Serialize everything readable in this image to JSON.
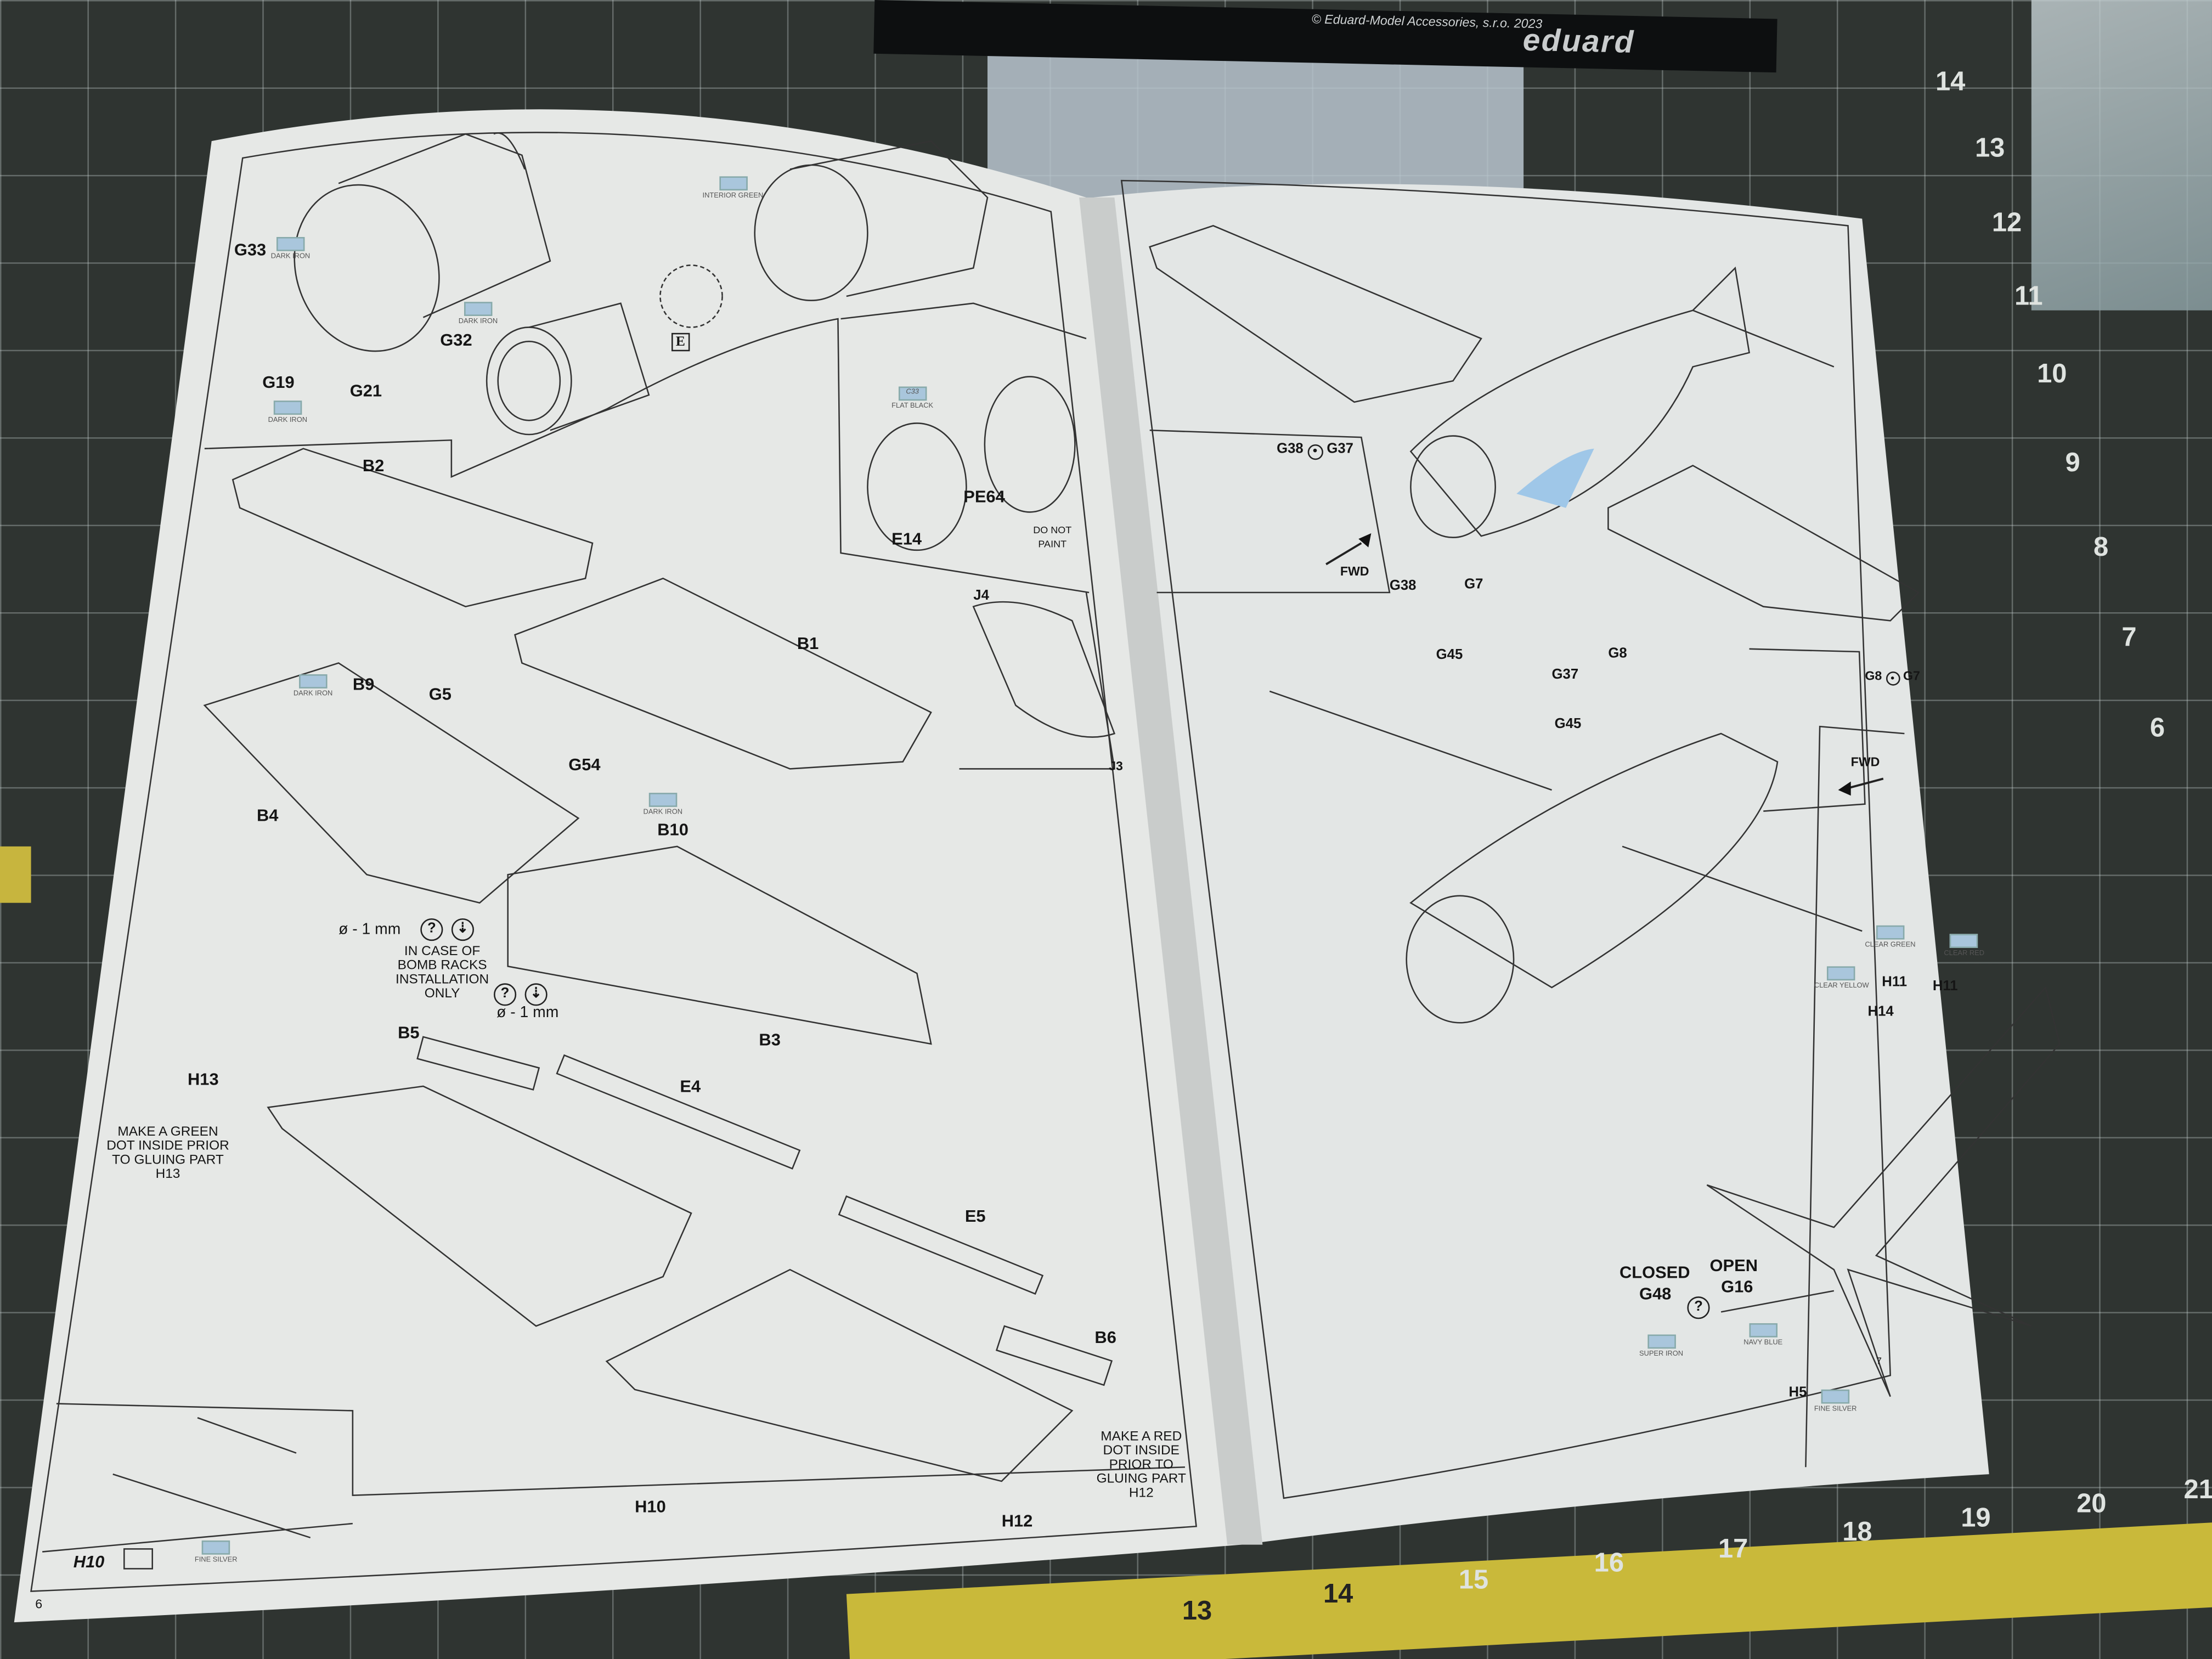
{
  "kit_box": {
    "copyright": "© Eduard-Model Accessories, s.r.o. 2023",
    "brand": "eduard"
  },
  "mat_numbers": {
    "right_edge": [
      "14",
      "13",
      "12",
      "11",
      "10",
      "9",
      "8",
      "7",
      "6"
    ],
    "bottom_edge": [
      "13",
      "14",
      "15",
      "16",
      "17",
      "18",
      "19",
      "20",
      "21"
    ]
  },
  "left_page": {
    "page_number": "6",
    "parts": {
      "g33": "G33",
      "g32": "G32",
      "g19": "G19",
      "g21": "G21",
      "e": "E",
      "b2": "B2",
      "b1": "B1",
      "j4": "J4",
      "j3": "J3",
      "pe64": "PE64",
      "e14": "E14",
      "b9": "B9",
      "g5": "G5",
      "b4": "B4",
      "g54": "G54",
      "b10": "B10",
      "b3": "B3",
      "b5": "B5",
      "e4": "E4",
      "h13": "H13",
      "e5": "E5",
      "b6": "B6",
      "h10": "H10",
      "h12": "H12",
      "h10_detail": "H10"
    },
    "paints": {
      "dark_iron": "DARK IRON",
      "interior_green": "INTERIOR GREEN",
      "flat_black": "FLAT BLACK",
      "flat_black_code": "C33",
      "fine_silver": "FINE SILVER"
    },
    "notes": {
      "do_not_paint": "DO NOT PAINT",
      "drill1": "ø - 1 mm",
      "drill2": "ø - 1 mm",
      "bomb_racks": "IN CASE OF BOMB RACKS INSTALLATION ONLY",
      "green_dot": "MAKE A GREEN DOT INSIDE PRIOR TO GLUING PART H13",
      "red_dot": "MAKE A RED DOT INSIDE PRIOR TO GLUING PART H12",
      "optional": "?"
    }
  },
  "right_page": {
    "page_number": "7",
    "parts": {
      "g38_g37": "G38",
      "g37a": "G37",
      "g38": "G38",
      "g7": "G7",
      "g45a": "G45",
      "g37": "G37",
      "g8": "G8",
      "g45b": "G45",
      "g8_g7": "G8",
      "g7b": "G7",
      "h11a": "H11",
      "h11b": "H11",
      "h14": "H14",
      "g48": "G48",
      "g16": "G16",
      "h5": "H5"
    },
    "labels": {
      "fwd1": "FWD",
      "fwd2": "FWD",
      "closed": "CLOSED",
      "open": "OPEN",
      "optional": "?"
    },
    "paints": {
      "clear_green": "CLEAR GREEN",
      "clear_red": "CLEAR RED",
      "clear_yellow": "CLEAR YELLOW",
      "super_iron": "SUPER IRON",
      "navy_blue": "NAVY BLUE",
      "fine_silver": "FINE SILVER"
    }
  }
}
